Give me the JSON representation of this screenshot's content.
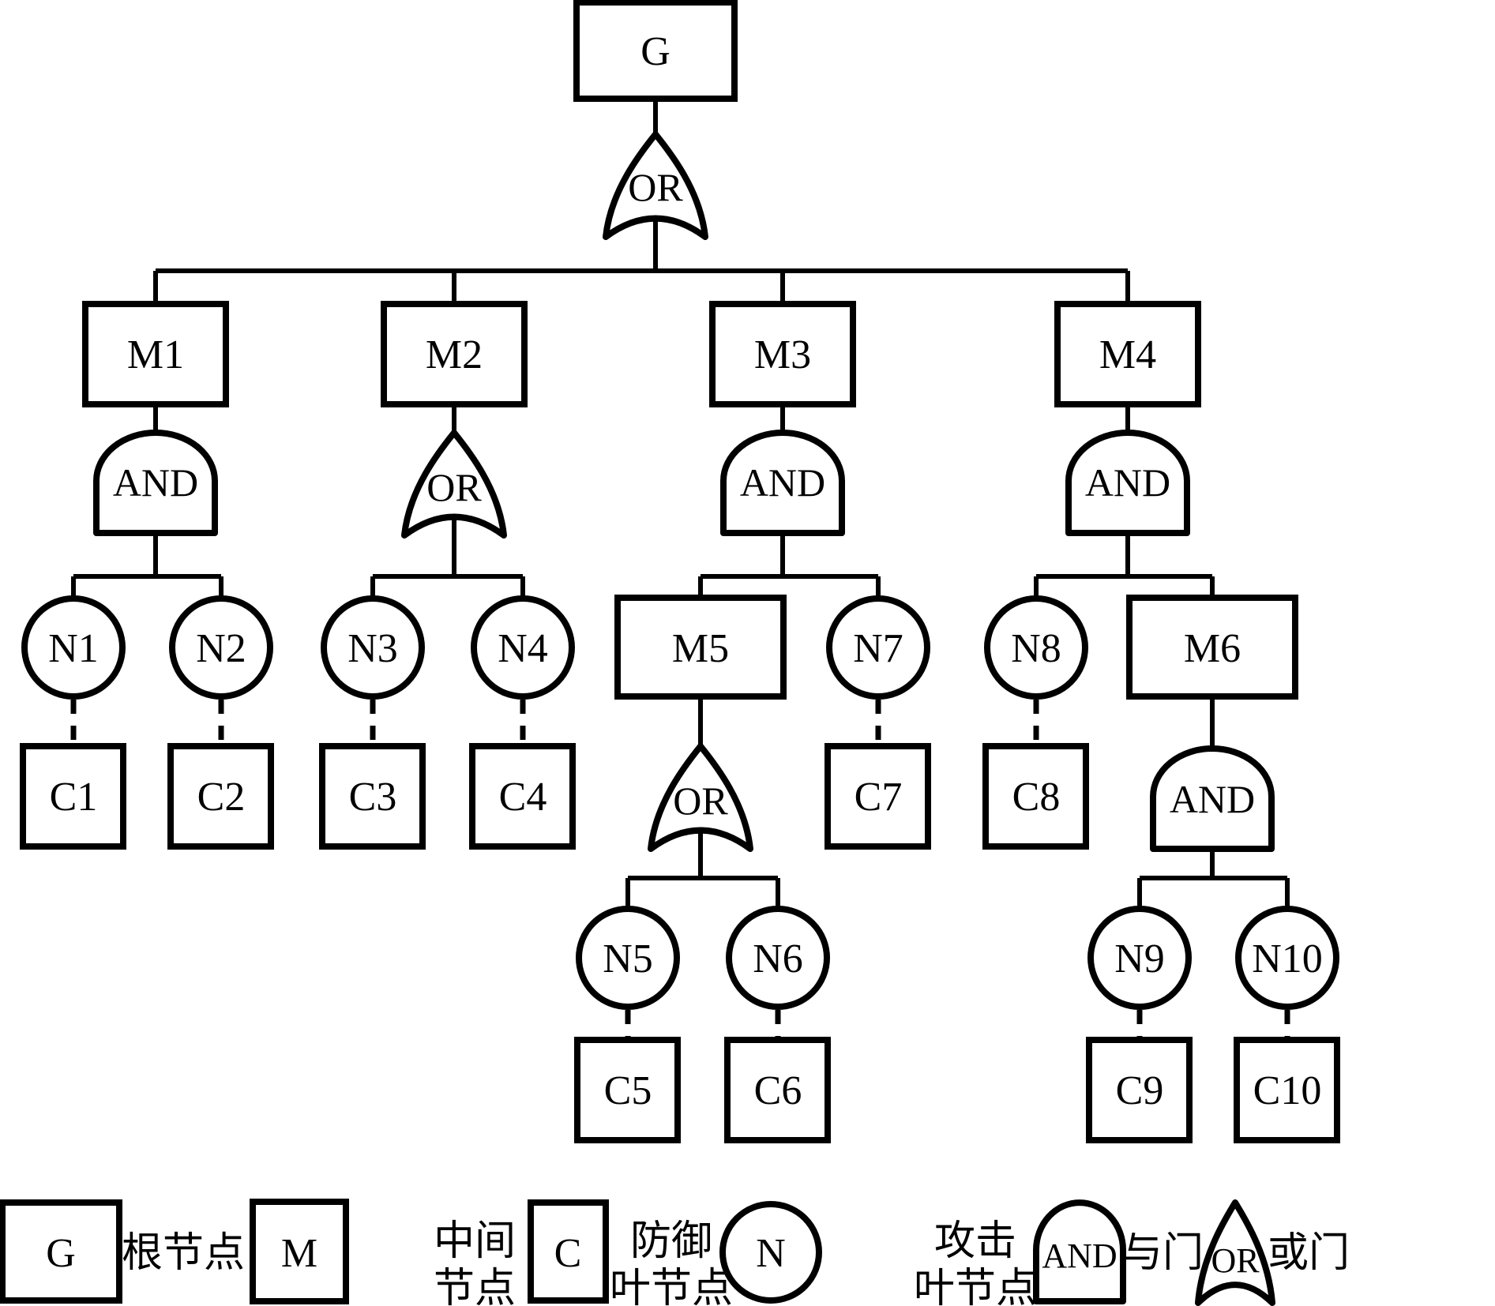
{
  "nodes": {
    "G": "G",
    "M1": "M1",
    "M2": "M2",
    "M3": "M3",
    "M4": "M4",
    "M5": "M5",
    "M6": "M6",
    "N1": "N1",
    "N2": "N2",
    "N3": "N3",
    "N4": "N4",
    "N5": "N5",
    "N6": "N6",
    "N7": "N7",
    "N8": "N8",
    "N9": "N9",
    "N10": "N10",
    "C1": "C1",
    "C2": "C2",
    "C3": "C3",
    "C4": "C4",
    "C5": "C5",
    "C6": "C6",
    "C7": "C7",
    "C8": "C8",
    "C9": "C9",
    "C10": "C10"
  },
  "gate_labels": {
    "and": "AND",
    "or": "OR"
  },
  "structure": {
    "G": {
      "gate": "OR",
      "children": [
        "M1",
        "M2",
        "M3",
        "M4"
      ]
    },
    "M1": {
      "gate": "AND",
      "children": [
        "N1",
        "N2"
      ]
    },
    "M2": {
      "gate": "OR",
      "children": [
        "N3",
        "N4"
      ]
    },
    "M3": {
      "gate": "AND",
      "children": [
        "M5",
        "N7"
      ]
    },
    "M4": {
      "gate": "AND",
      "children": [
        "N8",
        "M6"
      ]
    },
    "M5": {
      "gate": "OR",
      "children": [
        "N5",
        "N6"
      ]
    },
    "M6": {
      "gate": "AND",
      "children": [
        "N9",
        "N10"
      ]
    },
    "defense_links": {
      "N1": "C1",
      "N2": "C2",
      "N3": "C3",
      "N4": "C4",
      "N5": "C5",
      "N6": "C6",
      "N7": "C7",
      "N8": "C8",
      "N9": "C9",
      "N10": "C10"
    }
  },
  "legend": {
    "root": {
      "label": "G",
      "desc": "根节点"
    },
    "intermediate": {
      "label": "M",
      "line1": "中间",
      "line2": "节点"
    },
    "defense": {
      "label": "C",
      "line1": "防御",
      "line2": "叶节点"
    },
    "attack": {
      "label": "N",
      "line1": "攻击",
      "line2": "叶节点"
    },
    "and": {
      "label": "AND",
      "desc": "与门"
    },
    "or": {
      "label": "OR",
      "desc": "或门"
    }
  }
}
